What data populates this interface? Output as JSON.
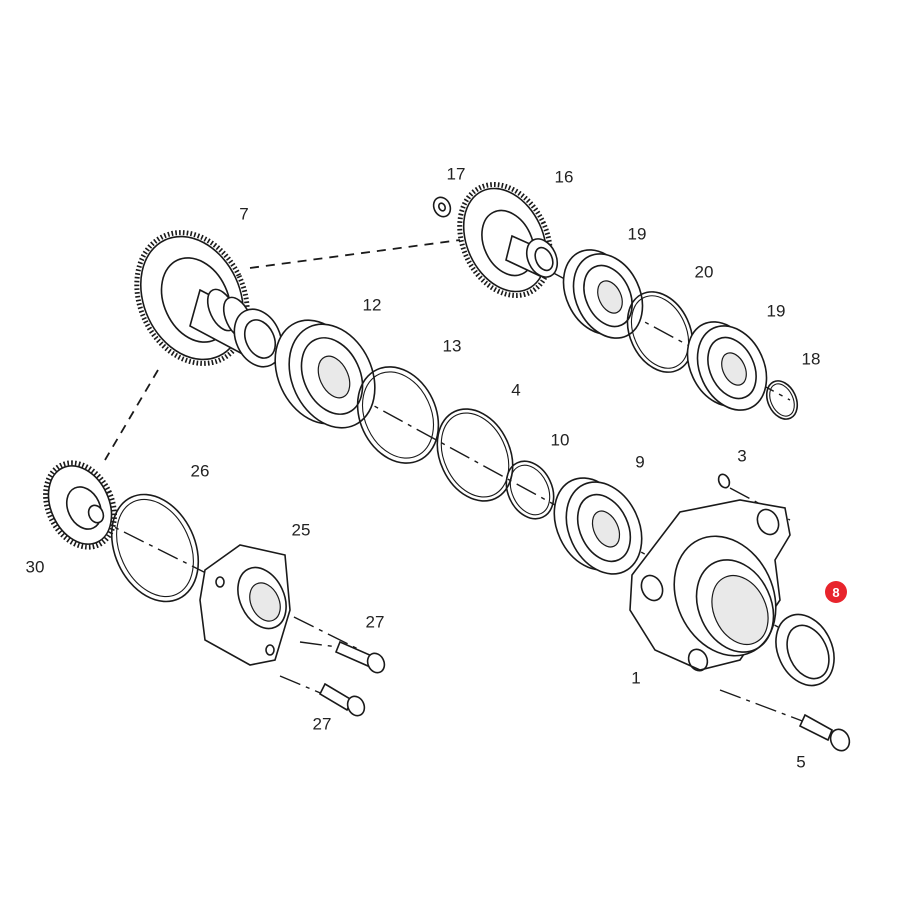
{
  "callouts": {
    "c1": "1",
    "c3": "3",
    "c4": "4",
    "c5": "5",
    "c7": "7",
    "c8": "8",
    "c9": "9",
    "c10": "10",
    "c12": "12",
    "c13": "13",
    "c16": "16",
    "c17": "17",
    "c18": "18",
    "c19a": "19",
    "c19b": "19",
    "c20": "20",
    "c25": "25",
    "c26": "26",
    "c27a": "27",
    "c27b": "27",
    "c30": "30"
  },
  "colors": {
    "highlight": "#e8242c",
    "line": "#1a1a1a"
  },
  "highlighted_part": "8"
}
